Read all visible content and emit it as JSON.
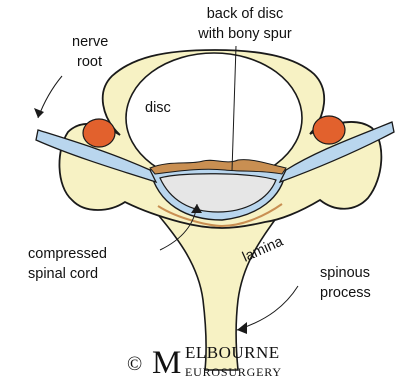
{
  "labels": {
    "back_of_disc_line1": "back of disc",
    "back_of_disc_line2": "with bony spur",
    "nerve_root_line1": "nerve",
    "nerve_root_line2": "root",
    "disc": "disc",
    "compressed_line1": "compressed",
    "compressed_line2": "spinal cord",
    "lamina": "lamina",
    "spinous_line1": "spinous",
    "spinous_line2": "process"
  },
  "watermark": {
    "copyright": "©",
    "big_letter": "M",
    "top_text": "ELBOURNE",
    "bottom_text": "EUROSURGERY"
  },
  "colors": {
    "bone": "#f7f2c4",
    "outline": "#1a1a1a",
    "disc": "#ffffff",
    "membrane": "#b9d6ee",
    "artery": "#e2612d",
    "cord": "#e6e6e6",
    "ligament": "#c98f52"
  }
}
